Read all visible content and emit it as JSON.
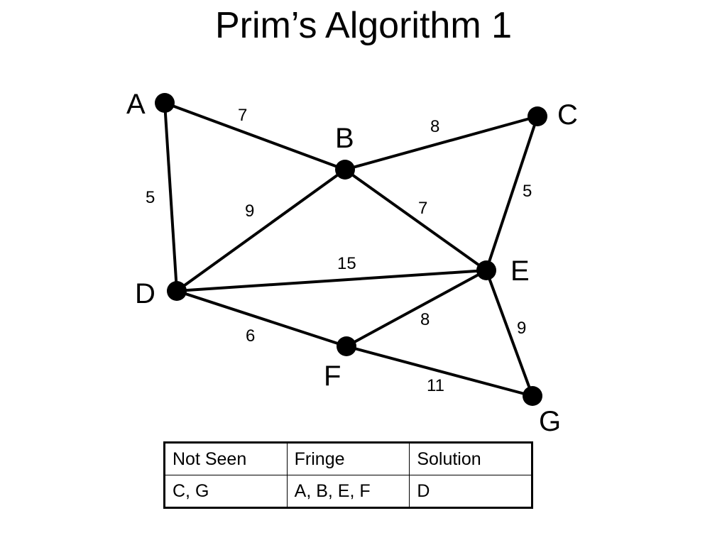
{
  "title": "Prim’s Algorithm 1",
  "graph": {
    "nodes": [
      {
        "id": "A",
        "label": "A"
      },
      {
        "id": "B",
        "label": "B"
      },
      {
        "id": "C",
        "label": "C"
      },
      {
        "id": "D",
        "label": "D"
      },
      {
        "id": "E",
        "label": "E"
      },
      {
        "id": "F",
        "label": "F"
      },
      {
        "id": "G",
        "label": "G"
      }
    ],
    "edges": [
      {
        "from": "A",
        "to": "B",
        "weight": "7"
      },
      {
        "from": "A",
        "to": "D",
        "weight": "5"
      },
      {
        "from": "B",
        "to": "C",
        "weight": "8"
      },
      {
        "from": "B",
        "to": "D",
        "weight": "9"
      },
      {
        "from": "B",
        "to": "E",
        "weight": "7"
      },
      {
        "from": "C",
        "to": "E",
        "weight": "5"
      },
      {
        "from": "D",
        "to": "E",
        "weight": "15"
      },
      {
        "from": "D",
        "to": "F",
        "weight": "6"
      },
      {
        "from": "E",
        "to": "F",
        "weight": "8"
      },
      {
        "from": "E",
        "to": "G",
        "weight": "9"
      },
      {
        "from": "F",
        "to": "G",
        "weight": "11"
      }
    ]
  },
  "table": {
    "headers": [
      "Not Seen",
      "Fringe",
      "Solution"
    ],
    "rows": [
      [
        "C, G",
        "A, B, E, F",
        "D"
      ]
    ]
  }
}
